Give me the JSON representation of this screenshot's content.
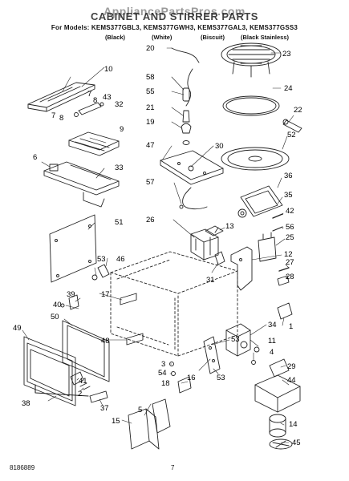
{
  "header": {
    "watermark": "AppliancePartsPros.com",
    "title": "CABINET AND STIRRER PARTS",
    "models": "For Models: KEMS377GBL3, KEMS377GWH3, KEMS377GAL3, KEMS377GSS3",
    "colors": [
      "(Black)",
      "(White)",
      "(Biscuit)",
      "(Black Stainless)"
    ]
  },
  "parts": [
    {
      "id": "p20",
      "text": "20"
    },
    {
      "id": "p23",
      "text": "23"
    },
    {
      "id": "p10",
      "text": "10"
    },
    {
      "id": "p58",
      "text": "58"
    },
    {
      "id": "p7a",
      "text": "7"
    },
    {
      "id": "p43",
      "text": "43"
    },
    {
      "id": "p8a",
      "text": "8"
    },
    {
      "id": "p55",
      "text": "55"
    },
    {
      "id": "p24",
      "text": "24"
    },
    {
      "id": "p32",
      "text": "32"
    },
    {
      "id": "p7b",
      "text": "7"
    },
    {
      "id": "p8b",
      "text": "8"
    },
    {
      "id": "p21",
      "text": "21"
    },
    {
      "id": "p22",
      "text": "22"
    },
    {
      "id": "p19",
      "text": "19"
    },
    {
      "id": "p9",
      "text": "9"
    },
    {
      "id": "p52",
      "text": "52"
    },
    {
      "id": "p47",
      "text": "47"
    },
    {
      "id": "p30",
      "text": "30"
    },
    {
      "id": "p6",
      "text": "6"
    },
    {
      "id": "p36",
      "text": "36"
    },
    {
      "id": "p33",
      "text": "33"
    },
    {
      "id": "p35",
      "text": "35"
    },
    {
      "id": "p57",
      "text": "57"
    },
    {
      "id": "p42",
      "text": "42"
    },
    {
      "id": "p56",
      "text": "56"
    },
    {
      "id": "p13",
      "text": "13"
    },
    {
      "id": "p26",
      "text": "26"
    },
    {
      "id": "p51",
      "text": "51"
    },
    {
      "id": "p25",
      "text": "25"
    },
    {
      "id": "p12",
      "text": "12"
    },
    {
      "id": "p53a",
      "text": "53"
    },
    {
      "id": "p46",
      "text": "46"
    },
    {
      "id": "p27",
      "text": "27"
    },
    {
      "id": "p31",
      "text": "31"
    },
    {
      "id": "p28",
      "text": "28"
    },
    {
      "id": "p39",
      "text": "39"
    },
    {
      "id": "p17",
      "text": "17"
    },
    {
      "id": "p40",
      "text": "40"
    },
    {
      "id": "p50",
      "text": "50"
    },
    {
      "id": "p1",
      "text": "1"
    },
    {
      "id": "p48",
      "text": "48"
    },
    {
      "id": "p49",
      "text": "49"
    },
    {
      "id": "p34",
      "text": "34"
    },
    {
      "id": "p53b",
      "text": "53"
    },
    {
      "id": "p11",
      "text": "11"
    },
    {
      "id": "p3",
      "text": "3"
    },
    {
      "id": "p4",
      "text": "4"
    },
    {
      "id": "p29",
      "text": "29"
    },
    {
      "id": "p54",
      "text": "54"
    },
    {
      "id": "p16",
      "text": "16"
    },
    {
      "id": "p53c",
      "text": "53"
    },
    {
      "id": "p44",
      "text": "44"
    },
    {
      "id": "p41",
      "text": "41"
    },
    {
      "id": "p18",
      "text": "18"
    },
    {
      "id": "p2",
      "text": "2"
    },
    {
      "id": "p5",
      "text": "5"
    },
    {
      "id": "p38",
      "text": "38"
    },
    {
      "id": "p37",
      "text": "37"
    },
    {
      "id": "p15",
      "text": "15"
    },
    {
      "id": "p14",
      "text": "14"
    },
    {
      "id": "p45",
      "text": "45"
    }
  ],
  "footer": {
    "doc_number": "8186889",
    "page": "7"
  }
}
